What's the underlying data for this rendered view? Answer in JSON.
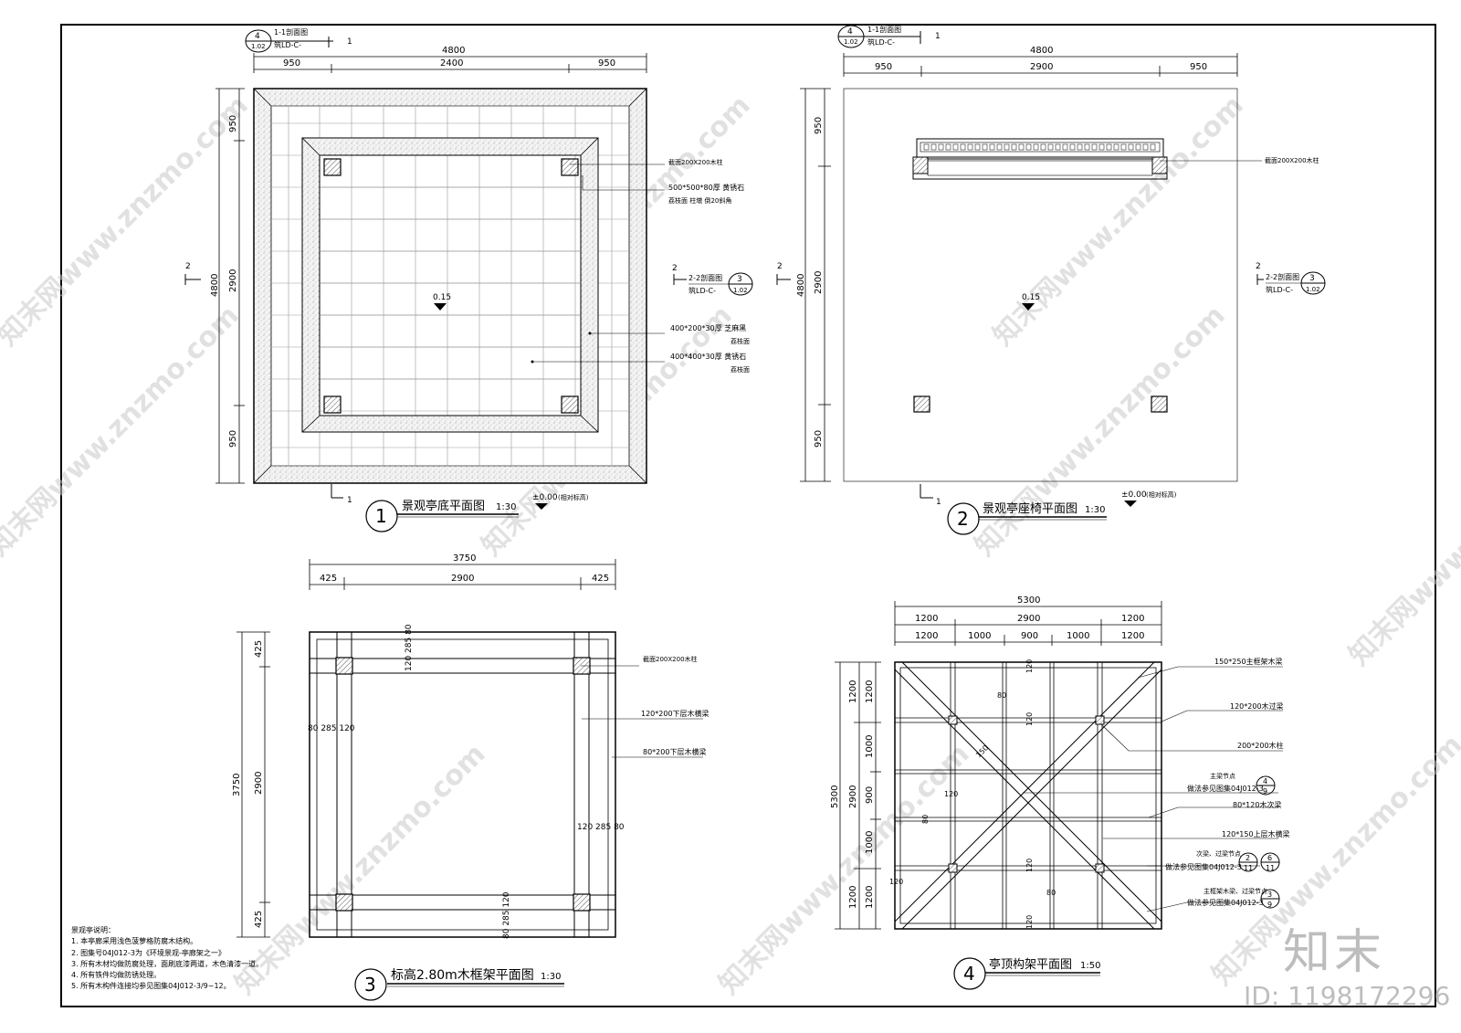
{
  "watermark": {
    "text": "知末网www.znzmo.com"
  },
  "logo": {
    "text": "知末",
    "image_id": "ID: 1198172296"
  },
  "plan1": {
    "section_tag_top": "1-1剖面图",
    "section_tag_sheet": "筑LD-C-",
    "section_tag_num": "4",
    "section_tag_page": "1.02",
    "marker_1": "1",
    "marker_2": "2",
    "dim_total": "4800",
    "dim_seg_a": "950",
    "dim_seg_b": "2400",
    "dim_seg_c": "950",
    "dim_left_total": "4800",
    "dim_left_a": "950",
    "dim_left_b": "2900",
    "dim_left_c": "950",
    "elev": "0.15",
    "elev_ground": "±0.00",
    "elev_ground_note": "(相对标高)",
    "title": "景观亭底平面图",
    "scale": "1:30",
    "circle_num": "1",
    "callouts": [
      "截面200X200木柱",
      "500*500*80厚  黄锈石",
      "荔枝面  柱墩  倒20斜角",
      "400*200*30厚  芝麻黑",
      "荔枝面",
      "400*400*30厚  黄锈石",
      "荔枝面"
    ],
    "section_right_top": "2-2剖面图",
    "section_right_sheet": "筑LD-C-",
    "section_right_num": "3",
    "section_right_page": "1.02"
  },
  "plan2": {
    "section_tag_top": "1-1剖面图",
    "section_tag_sheet": "筑LD-C-",
    "section_tag_num": "4",
    "section_tag_page": "1.02",
    "marker_1": "1",
    "marker_2": "2",
    "dim_total": "4800",
    "dim_seg_a": "950",
    "dim_seg_b": "2900",
    "dim_seg_c": "950",
    "dim_left_total": "4800",
    "dim_left_a": "950",
    "dim_left_b": "2900",
    "dim_left_c": "950",
    "elev": "0.15",
    "elev_ground": "±0.00",
    "elev_ground_note": "(相对标高)",
    "title": "景观亭座椅平面图",
    "scale": "1:30",
    "circle_num": "2",
    "callouts": [
      "截面200X200木柱"
    ],
    "section_right_top": "2-2剖面图",
    "section_right_sheet": "筑LD-C-",
    "section_right_num": "3",
    "section_right_page": "1.02"
  },
  "plan3": {
    "dim_total": "3750",
    "dim_seg_a": "425",
    "dim_seg_b": "2900",
    "dim_seg_c": "425",
    "dim_left_total": "3750",
    "dim_left_a": "425",
    "dim_left_b": "2900",
    "dim_left_c": "425",
    "inner_dim_h": "80 285 120",
    "inner_dim_h2": "120 285 80",
    "inner_dim_v": "120 285 80",
    "inner_dim_v2": "80 285 120",
    "title": "标高2.80m木框架平面图",
    "scale": "1:30",
    "circle_num": "3",
    "callouts": [
      "截面200X200木柱",
      "120*200下层木横梁",
      "80*200下层木横梁"
    ]
  },
  "plan4": {
    "dim_total": "5300",
    "dim_row1": [
      "1200",
      "2900",
      "1200"
    ],
    "dim_row2": [
      "1200",
      "1000",
      "900",
      "1000",
      "1200"
    ],
    "dim_left_total": "5300",
    "dim_left_row1": [
      "1200",
      "2900",
      "1200"
    ],
    "dim_left_row2": [
      "1200",
      "1000",
      "900",
      "1000",
      "1200"
    ],
    "inner_labels": [
      "120",
      "80",
      "120",
      "150",
      "120",
      "80",
      "120",
      "120",
      "80",
      "120"
    ],
    "title": "亭顶构架平面图",
    "scale": "1:50",
    "circle_num": "4",
    "callouts": [
      "150*250主框架木梁",
      "120*200木过梁",
      "200*200木柱",
      "主梁节点",
      "做法参见图集04J012-3",
      "80*120木次梁",
      "120*150上层木横梁",
      "次梁、过梁节点",
      "做法参见图集04J012-3",
      "主框架木梁、过梁节点",
      "做法参见图集04J012-3"
    ],
    "node_a": [
      "4",
      "9"
    ],
    "node_b": [
      "2",
      "11",
      "6",
      "11"
    ],
    "node_c": [
      "3",
      "9"
    ]
  },
  "notes": {
    "heading": "景观亭说明：",
    "items": [
      "1. 本亭廊采用浅色菠萝格防腐木结构。",
      "2. 图集号04J012-3为《环境景观-亭廊架之一》",
      "3. 所有木材均做防腐处理，面刷底漆两道，木色清漆一道。",
      "4. 所有铁件均做防锈处理。",
      "5. 所有木构件连接均参见图集04J012-3/9~12。"
    ]
  }
}
